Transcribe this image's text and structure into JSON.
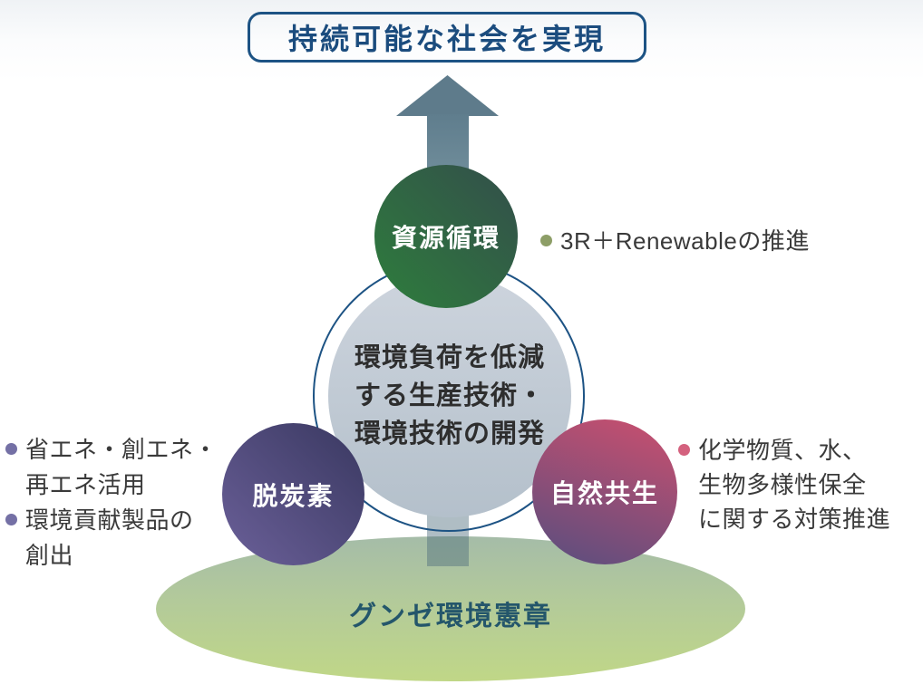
{
  "title": "持続可能な社会を実現",
  "center": {
    "text": "環境負荷を低減\nする生産技術・\n環境技術の開発"
  },
  "pillars": {
    "resource": {
      "label": "資源循環"
    },
    "decarbon": {
      "label": "脱炭素"
    },
    "nature": {
      "label": "自然共生"
    }
  },
  "notes": {
    "resource": [
      {
        "text": "3R＋Renewableの推進"
      }
    ],
    "decarbon": [
      {
        "text": "省エネ・創エネ・\n再エネ活用"
      },
      {
        "text": "環境貢献製品の\n創出"
      }
    ],
    "nature": [
      {
        "text": "化学物質、水、\n生物多様性保全\nに関する対策推進"
      }
    ]
  },
  "foundation": {
    "label": "グンゼ環境憲章"
  },
  "colors": {
    "title_blue": "#1b4c7e",
    "ring_blue": "#1d5384",
    "arrow_slate": "#5e7b8b",
    "circle_resource_green": "#2e7b3d",
    "circle_resource_teal": "#33504a",
    "circle_decarbon_indigo": "#3e3c66",
    "circle_decarbon_purple": "#6b6099",
    "circle_nature_crimson": "#c04f70",
    "circle_nature_purple": "#5e4e7e",
    "center_fill": "#c0cbd5",
    "foundation_top": "#a5bca8",
    "foundation_bottom": "#c0d787",
    "bullet_resource": "#8d9e67",
    "bullet_decarbon": "#7470a5",
    "bullet_nature": "#d4617e",
    "note_text": "#3a3a3a"
  }
}
